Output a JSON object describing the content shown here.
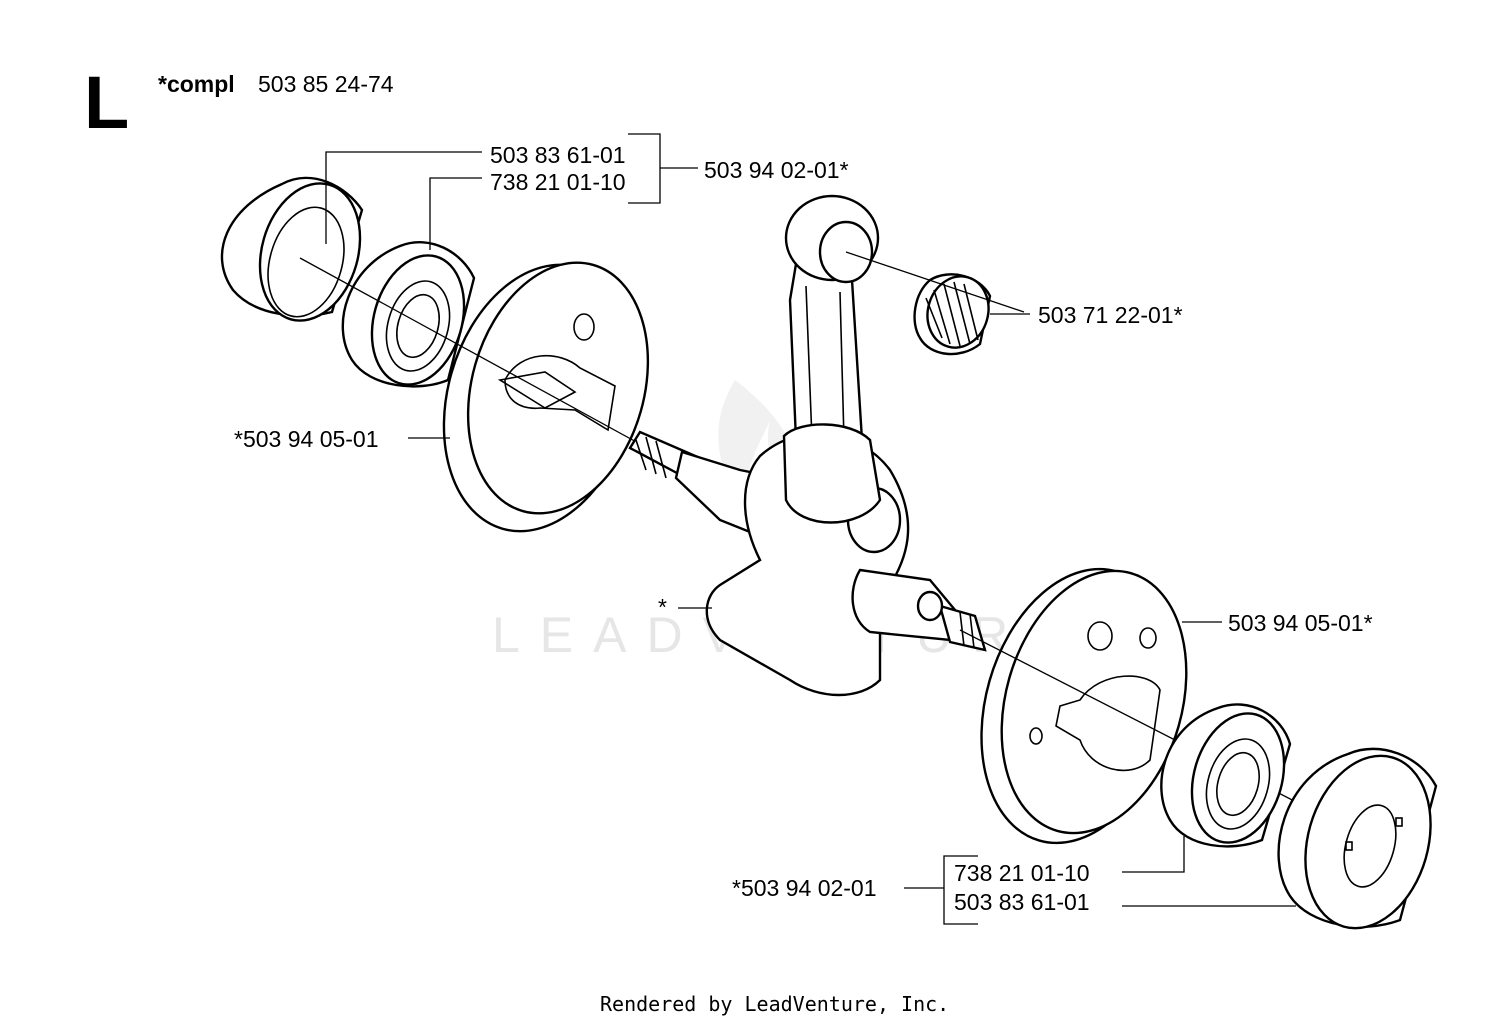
{
  "section_letter": "L",
  "header": {
    "compl_label": "*compl",
    "compl_part": "503 85 24-74"
  },
  "labels": {
    "top_seal_part": "503 83 61-01",
    "top_bearing_part": "738 21 01-10",
    "top_kit_part": "503 94 02-01*",
    "needle_bearing_part": "503 71 22-01*",
    "left_half_part": "*503 94 05-01",
    "crankshaft_part": "*",
    "right_half_part": "503 94 05-01*",
    "bottom_kit_part": "*503 94 02-01",
    "bottom_bearing_part": "738 21 01-10",
    "bottom_seal_part": "503 83 61-01"
  },
  "watermark": "LEADVENTURE",
  "footer": "Rendered by LeadVenture, Inc."
}
